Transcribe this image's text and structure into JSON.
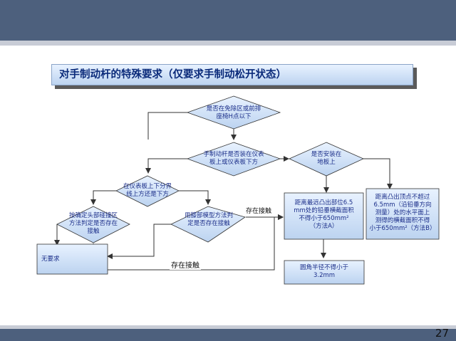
{
  "slide": {
    "title": "对手制动杆的特殊要求（仅要求手制动松开状态）",
    "page_number": "27"
  },
  "nodes": {
    "q1": {
      "line1": "是否在免除区或前排",
      "line2": "座椅H点以下"
    },
    "q2": {
      "line1": "手制动杆是否装在仪表",
      "line2": "板上或仪表板下方"
    },
    "q3": {
      "line1": "是否安装在",
      "line2": "地板上"
    },
    "q4": {
      "line1": "在仪表板上下分界",
      "line2": "线上方还是下方"
    },
    "q5": {
      "line1": "按确定头部碰撞区",
      "line2": "方法判定是否存在",
      "line3": "接触"
    },
    "q6": {
      "line1": "用膝部模型方法判",
      "line2": "定是否存在接触"
    },
    "no_req": {
      "text": "无要求"
    },
    "method_a": {
      "line1": "距离最远凸出部位6.5",
      "line2": "mm处的铅垂横截面积",
      "line3": "不得小于650mm²",
      "line4": "（方法A）"
    },
    "method_b": {
      "line1": "距离凸出顶点不超过",
      "line2": "6.5mm（沿铅垂方向",
      "line3": "测量）处的水平面上",
      "line4": "测得的横截面积不得",
      "line5": "小于650mm²（方法B）"
    },
    "radius": {
      "line1": "圆角半径不得小于",
      "line2": "3.2mm"
    }
  },
  "edges": {
    "contact_1": "存在接触",
    "contact_2": "存在接触"
  },
  "colors": {
    "header_bar": "#4d607d",
    "header_stripe": "#c8ccd6",
    "node_fill_top": "#e8f2ff",
    "node_fill_bottom": "#bcd3f0",
    "node_text": "#1c2f8a",
    "title_text": "#0a2a7a",
    "arrow": "#333333"
  }
}
